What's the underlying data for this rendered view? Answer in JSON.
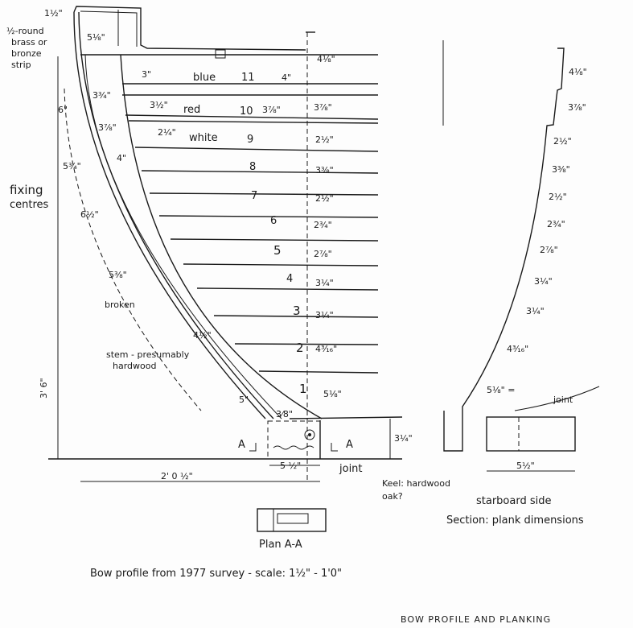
{
  "profile": {
    "top_dim": "1½\"",
    "strip_label": [
      "½-round",
      "brass or",
      "bronze",
      "strip"
    ],
    "strip_dim": "5⅛\"",
    "stem_widths": [
      "3¾\"",
      "3⅞\"",
      "4\"",
      "4½\"",
      "5\""
    ],
    "plank_depths": [
      "3\"",
      "3½\"",
      "2¼\""
    ],
    "fixing_dims": [
      "6\"",
      "5¾\"",
      "6½\"",
      "5⅜\""
    ],
    "fixing_label": [
      "fixing",
      "centres"
    ],
    "broken_label": "broken",
    "stem_label": [
      "stem - presumably",
      "hardwood"
    ],
    "height_dim": "3' 6\"",
    "length_dim": "2' 0 ½\"",
    "colour_names": [
      "blue",
      "red",
      "white"
    ],
    "plank_numbers": [
      "11",
      "10",
      "9",
      "8",
      "7",
      "6",
      "5",
      "4",
      "3",
      "2",
      "1"
    ],
    "mid_dims": [
      "4\"",
      "3⅞\""
    ],
    "plank_widths": [
      "4⅛\"",
      "3⅞\"",
      "2½\"",
      "3⅜\"",
      "2½\"",
      "2¾\"",
      "2⅞\"",
      "3¼\"",
      "3¼\"",
      "4³⁄₁₆\"",
      "5⅛\""
    ],
    "section_mark": "A",
    "joint_offset": "3⁄8\"",
    "keel_depth": "3¼\"",
    "scarf_length": "5 ½\"",
    "joint_label": "joint",
    "keel_label": [
      "Keel: hardwood",
      "oak?"
    ],
    "plan_label": "Plan A-A"
  },
  "section": {
    "plank_widths": [
      "4⅛\"",
      "3⅞\"",
      "2½\"",
      "3⅜\"",
      "2½\"",
      "2¾\"",
      "2⅞\"",
      "3¼\"",
      "3¼\"",
      "4³⁄₁₆\"",
      "5⅛\" ="
    ],
    "joint_label": "joint",
    "scarf_length": "5½\"",
    "side_label": "starboard side",
    "title": "Section: plank dimensions"
  },
  "caption": "Bow profile from 1977 survey -   scale: 1½\" - 1'0\"",
  "page_title": "BOW PROFILE AND PLANKING"
}
